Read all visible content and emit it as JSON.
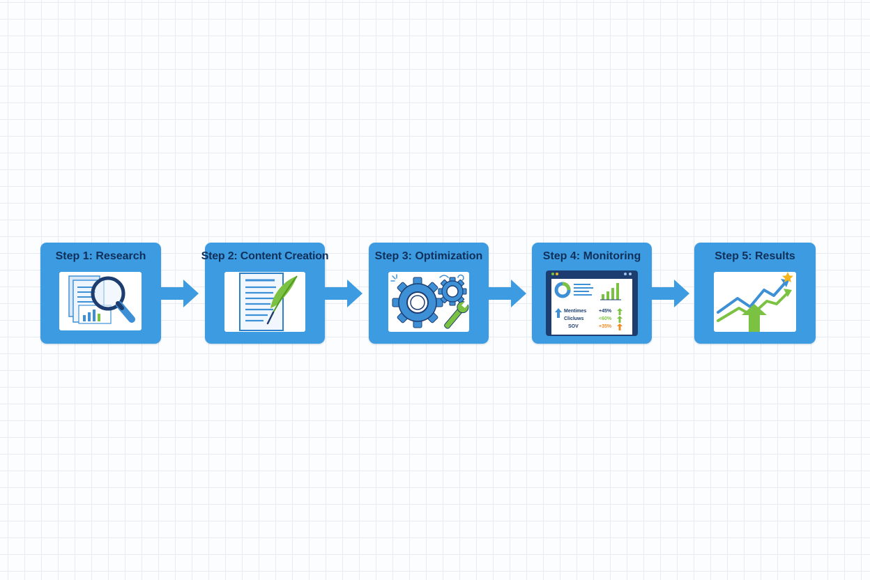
{
  "flow": {
    "steps": [
      {
        "title": "Step 1: Research",
        "icon": "research-magnifier-icon"
      },
      {
        "title": "Step 2: Content Creation",
        "icon": "document-quill-icon"
      },
      {
        "title": "Step 3: Optimization",
        "icon": "gears-wrench-icon"
      },
      {
        "title": "Step 4: Monitoring",
        "icon": "analytics-dashboard-icon",
        "metrics": [
          {
            "label": "Mentimes",
            "change": "+45%"
          },
          {
            "label": "Clicluws",
            "change": "<60%"
          },
          {
            "label": "SOV",
            "change": "+35%"
          }
        ]
      },
      {
        "title": "Step 5: Results",
        "icon": "growth-trend-icon"
      }
    ]
  },
  "colors": {
    "box": "#3d9be1",
    "arrow": "#3d9be1",
    "title_text": "#10305a",
    "accent_green": "#7cc242",
    "accent_orange": "#f08a24",
    "accent_star": "#f2b51c",
    "dark_navy": "#1d3d70"
  }
}
